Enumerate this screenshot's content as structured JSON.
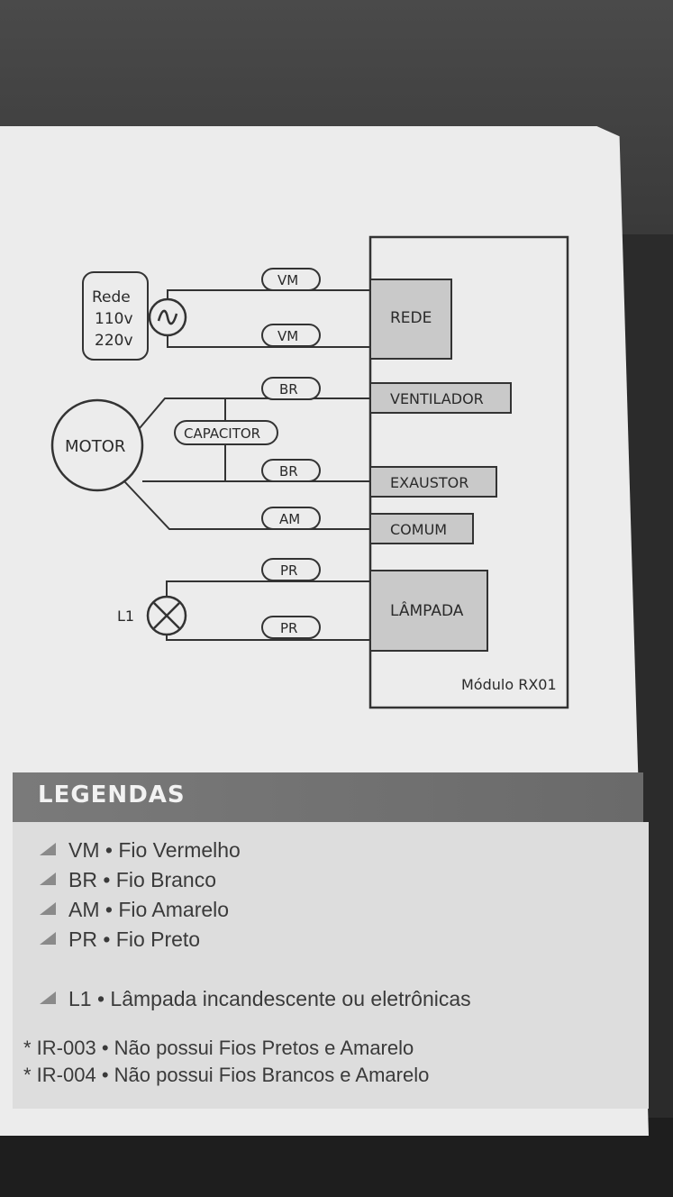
{
  "diagram": {
    "source": {
      "line1": "Rede",
      "line2": "110v",
      "line3": "220v"
    },
    "motor_label": "MOTOR",
    "capacitor_label": "CAPACITOR",
    "lamp_label": "L1",
    "wires": {
      "vm_top": "VM",
      "vm_bottom": "VM",
      "br_top": "BR",
      "br_bottom": "BR",
      "am": "AM",
      "pr_top": "PR",
      "pr_bottom": "PR"
    },
    "terminals": {
      "rede": "REDE",
      "ventilador": "VENTILADOR",
      "exaustor": "EXAUSTOR",
      "comum": "COMUM",
      "lampada": "LÂMPADA"
    },
    "module_label": "Módulo RX01"
  },
  "legend": {
    "title": "LEGENDAS",
    "items": [
      "VM • Fio Vermelho",
      "BR • Fio Branco",
      "AM • Fio Amarelo",
      "PR • Fio Preto",
      "L1 • Lâmpada incandescente ou eletrônicas"
    ],
    "notes": [
      "* IR-003 • Não possui Fios Pretos e Amarelo",
      "* IR-004 • Não possui Fios Brancos e Amarelo"
    ]
  }
}
